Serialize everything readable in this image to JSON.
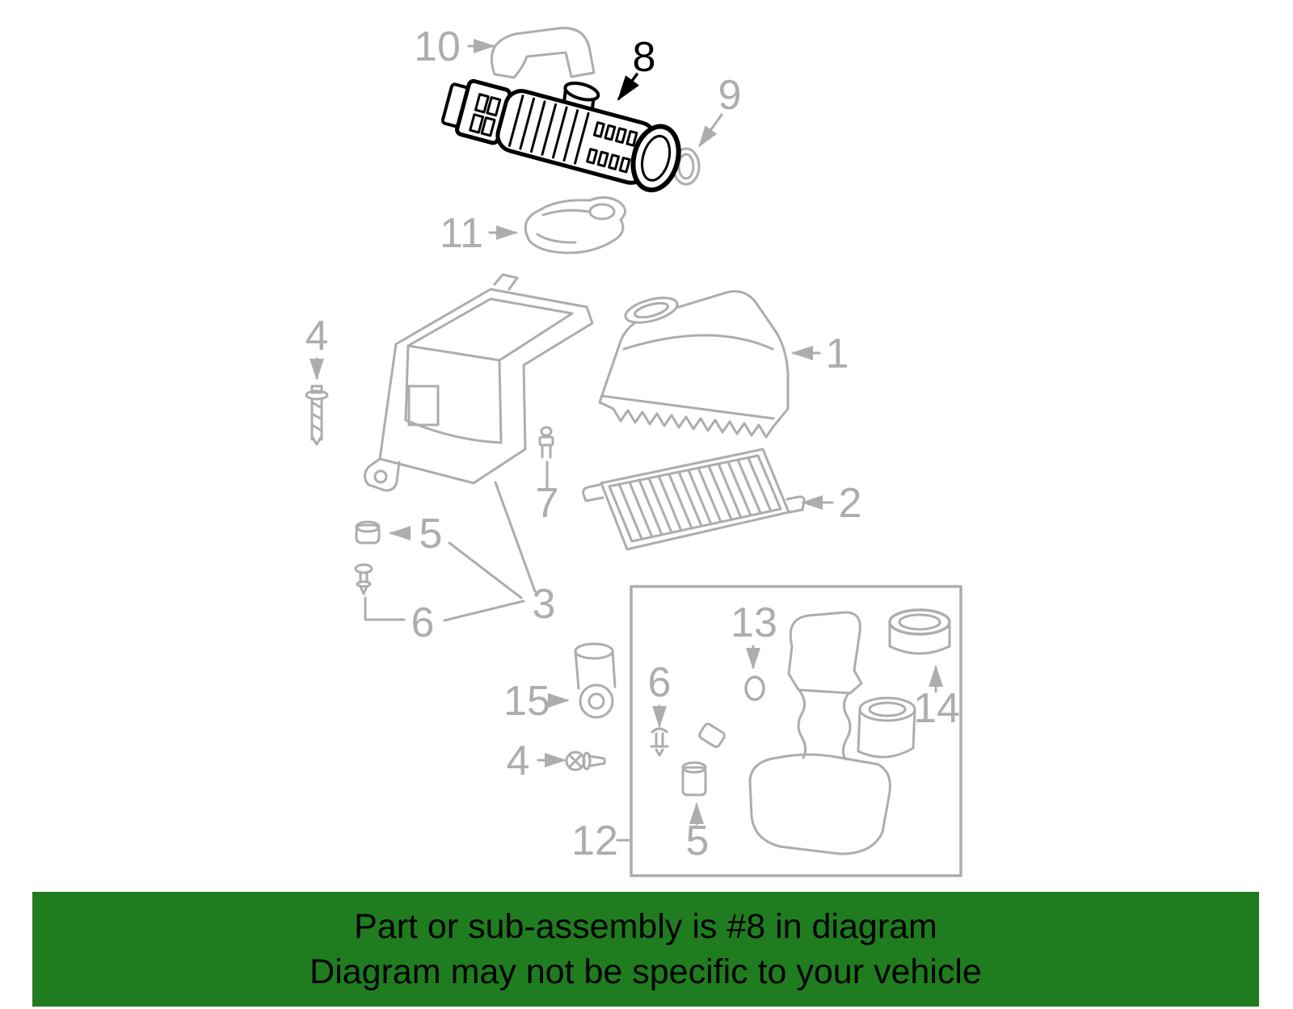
{
  "banner": {
    "line1": "Part or sub-assembly is #8 in diagram",
    "line2": "Diagram may not be specific to your vehicle",
    "bg_color": "#1f7d1f",
    "text_color": "#000000"
  },
  "diagram": {
    "line_color": "#adadad",
    "highlight_color": "#000000",
    "highlighted_callout": "8",
    "callouts": {
      "c10": "10",
      "c8": "8",
      "c9": "9",
      "c11": "11",
      "c4_top": "4",
      "c1": "1",
      "c2": "2",
      "c7": "7",
      "c5_top": "5",
      "c6_top": "6",
      "c3": "3",
      "c15": "15",
      "c4_bottom": "4",
      "c13": "13",
      "c6_inner": "6",
      "c5_inner": "5",
      "c14": "14",
      "c12": "12"
    }
  }
}
